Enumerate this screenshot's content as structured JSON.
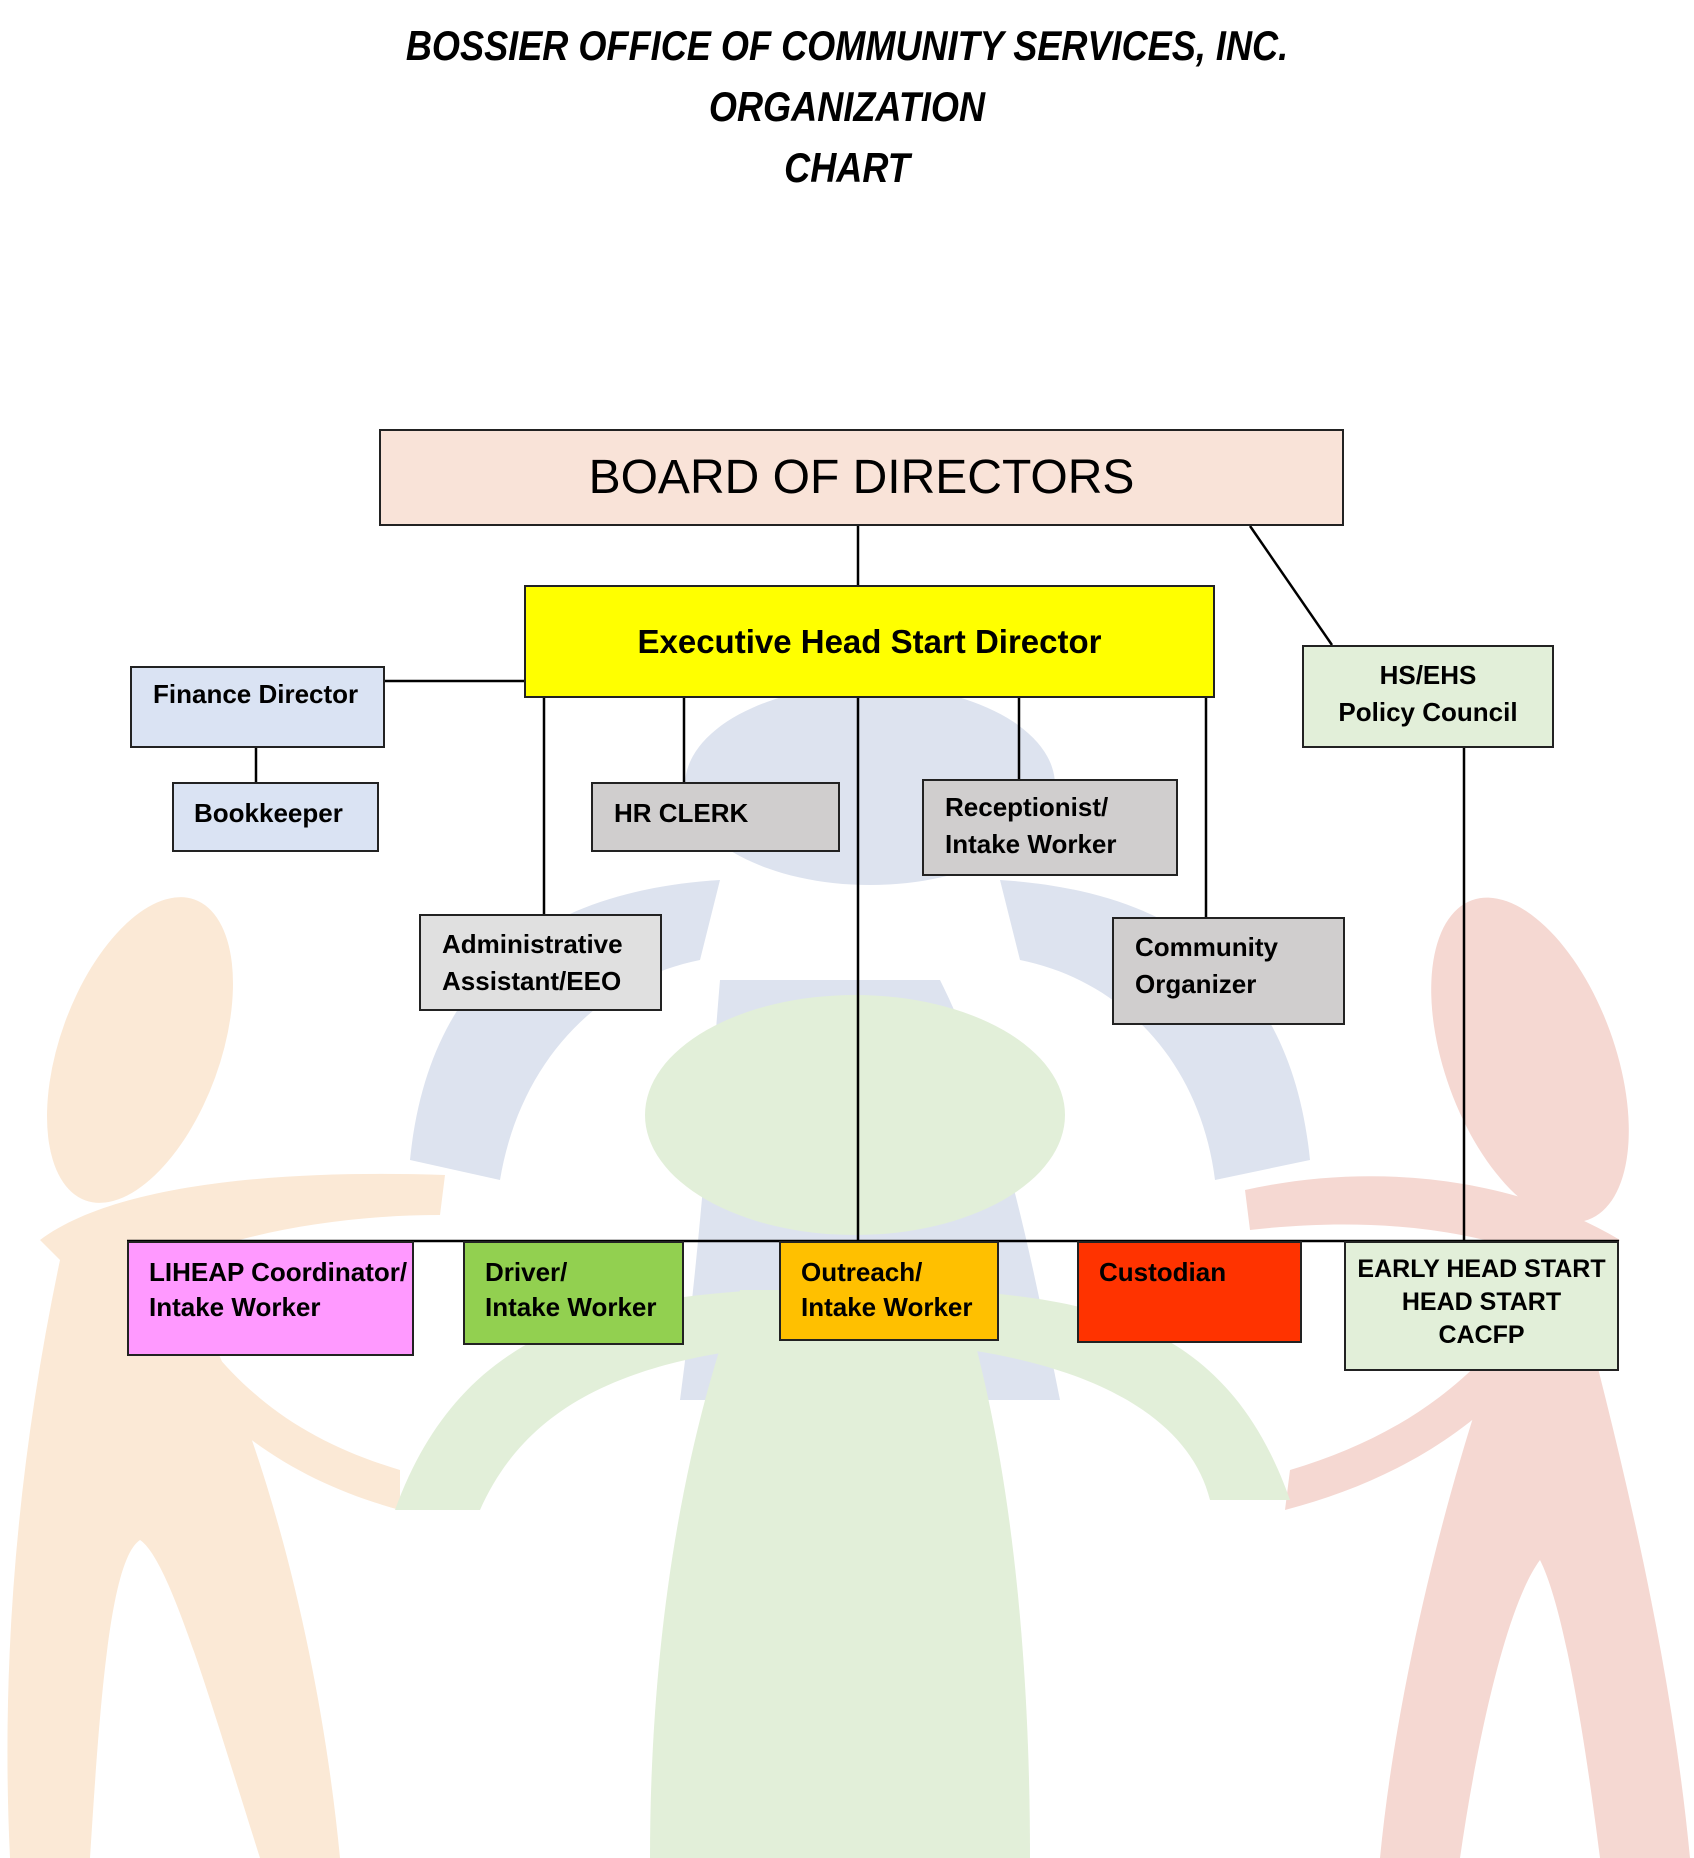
{
  "title": {
    "line1": "BOSSIER OFFICE OF COMMUNITY SERVICES, INC.",
    "line2": "ORGANIZATION",
    "line3": "CHART"
  },
  "nodes": {
    "board": {
      "label": "BOARD OF DIRECTORS",
      "color": "#f9e3d8"
    },
    "executive": {
      "label": "Executive Head Start Director",
      "color": "#ffff00"
    },
    "finance": {
      "label": "Finance Director",
      "color": "#dae3f3"
    },
    "bookkeeper": {
      "label": "Bookkeeper",
      "color": "#dae3f3"
    },
    "hr_clerk": {
      "label": "HR CLERK",
      "color": "#d0cece"
    },
    "receptionist": {
      "line1": "Receptionist/",
      "line2": "Intake Worker",
      "color": "#d0cece"
    },
    "admin_assistant": {
      "line1": "Administrative",
      "line2": "Assistant/EEO",
      "color": "#e0e0e0"
    },
    "community_organizer": {
      "line1": "Community",
      "line2": "Organizer",
      "color": "#d0cece"
    },
    "policy_council": {
      "line1": "HS/EHS",
      "line2": "Policy Council",
      "color": "#e2efd9"
    },
    "liheap": {
      "line1": "LIHEAP Coordinator/",
      "line2": "Intake Worker",
      "color": "#ff99ff"
    },
    "driver": {
      "line1": "Driver/",
      "line2": "Intake Worker",
      "color": "#92d050"
    },
    "outreach": {
      "line1": "Outreach/",
      "line2": "Intake Worker",
      "color": "#ffc000"
    },
    "custodian": {
      "label": "Custodian",
      "color": "#ff3300"
    },
    "programs": {
      "line1": "EARLY HEAD START",
      "line2": "HEAD START",
      "line3": "CACFP",
      "color": "#e2efd9"
    }
  }
}
